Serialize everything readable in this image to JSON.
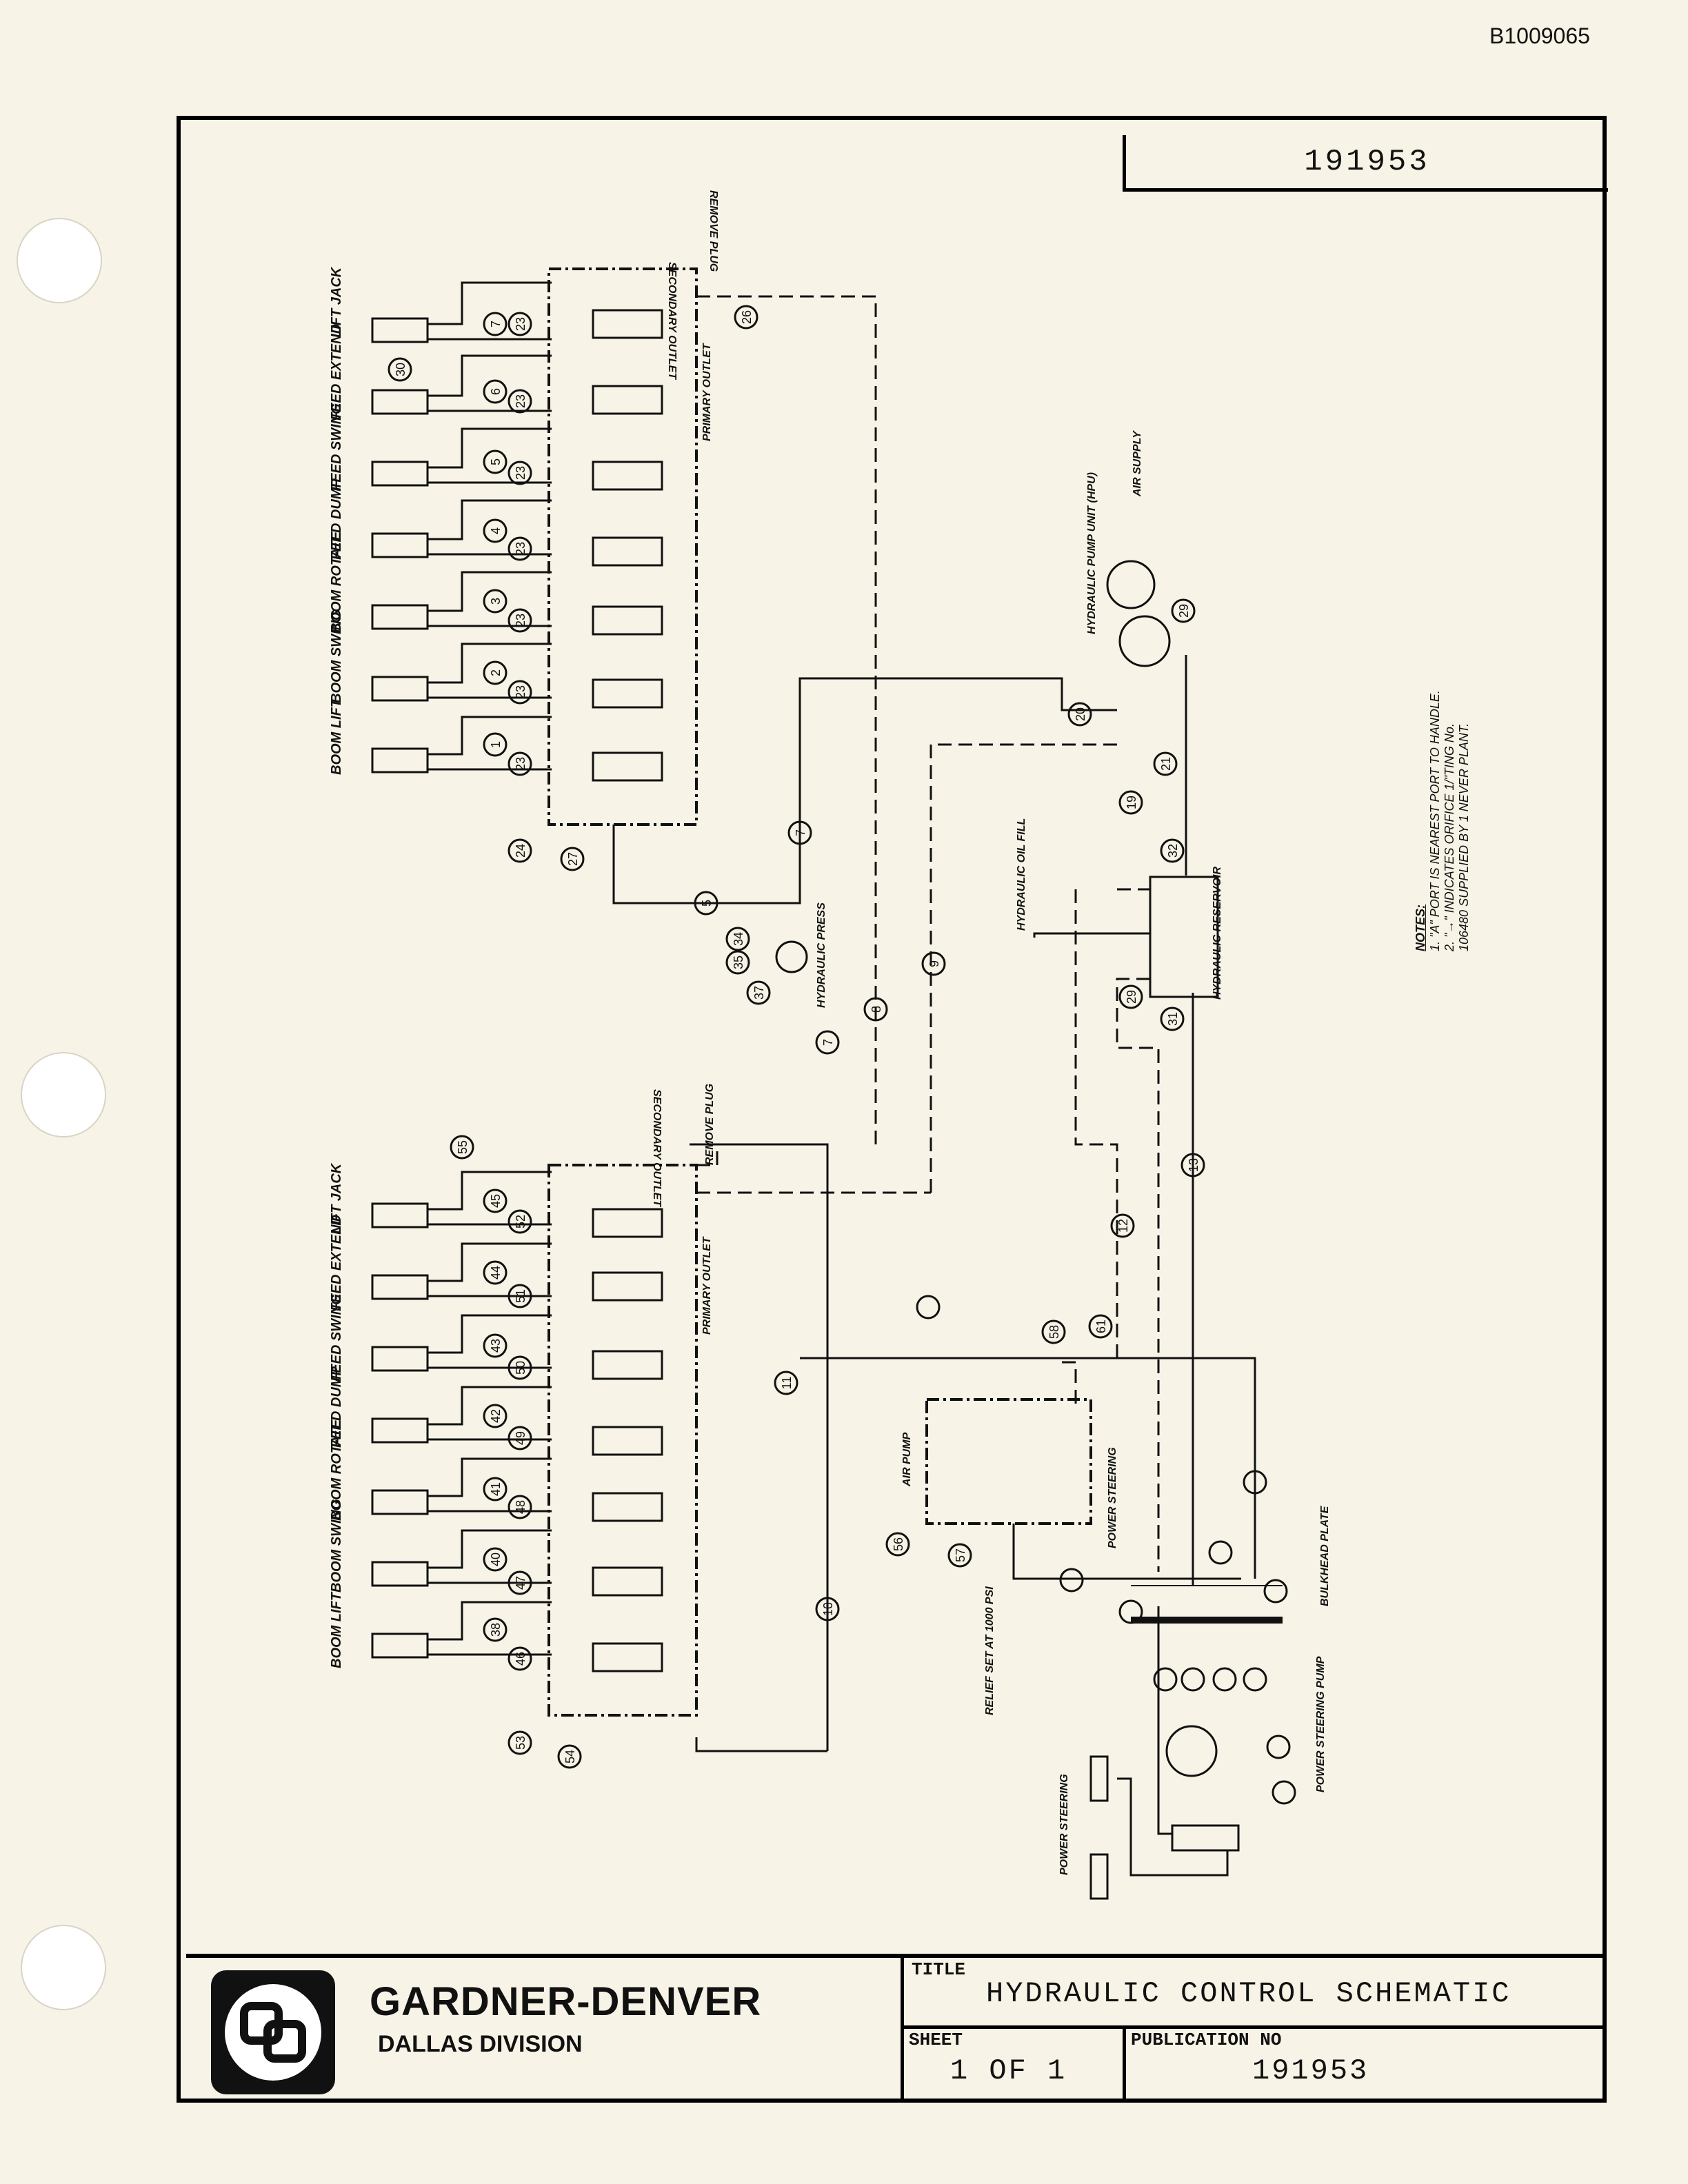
{
  "document_id": "B1009065",
  "drawing_number": "191953",
  "title_block": {
    "company": "GARDNER-DENVER",
    "division": "DALLAS DIVISION",
    "title_label": "TITLE",
    "title": "HYDRAULIC CONTROL SCHEMATIC",
    "sheet_label": "SHEET",
    "sheet": "1 OF 1",
    "publication_label": "PUBLICATION NO",
    "publication": "191953"
  },
  "upper_valve_bank": {
    "functions": [
      "BOOM LIFT",
      "BOOM SWING",
      "BOOM ROTATE",
      "FEED DUMP",
      "FEED SWING",
      "FEED EXTEND",
      "LIFT JACK"
    ],
    "labels": [
      "SECONDARY OUTLET",
      "REMOVE PLUG",
      "PRIMARY OUTLET"
    ]
  },
  "lower_valve_bank": {
    "functions": [
      "BOOM LIFT",
      "BOOM SWING",
      "BOOM ROTATE",
      "FEED DUMP",
      "FEED SWING",
      "FEED EXTEND",
      "LIFT JACK"
    ],
    "labels": [
      "SECONDARY OUTLET",
      "REMOVE PLUG",
      "PRIMARY OUTLET"
    ]
  },
  "component_labels": {
    "pump_unit": "HYDRAULIC PUMP UNIT (HPU)",
    "air_supply": "AIR SUPPLY",
    "press": "HYDRAULIC PRESS",
    "oil_fill": "HYDRAULIC OIL FILL",
    "reservoir": "HYDRAULIC RESERVOIR",
    "air_pump": "AIR PUMP",
    "power_steering": "POWER STEERING",
    "relief": "RELIEF SET AT 1000 PSI",
    "bulkhead": "BULKHEAD PLATE",
    "ps_pump": "POWER STEERING PUMP",
    "ps_cyl": "POWER STEERING"
  },
  "notes": {
    "heading": "NOTES:",
    "items": [
      "1. \"A\" PORT IS NEAREST PORT TO HANDLE.",
      "2. \"→\" INDICATES ORIFICE 1/\"TING No.",
      "   106480 SUPPLIED BY 1 NEVER PLANT."
    ]
  },
  "callouts": {
    "upper_bank": [
      "1",
      "2",
      "3",
      "4",
      "5",
      "6",
      "7",
      "23",
      "23",
      "23",
      "23",
      "23",
      "23",
      "23",
      "24",
      "27",
      "26",
      "30",
      "5",
      "7",
      "7"
    ],
    "lines": [
      "8",
      "9",
      "10",
      "11",
      "12",
      "13",
      "19",
      "20",
      "21",
      "29"
    ],
    "components": [
      "29",
      "31",
      "32",
      "34",
      "35",
      "37",
      "38",
      "40",
      "41",
      "42",
      "43",
      "44",
      "45",
      "46",
      "47",
      "48",
      "49",
      "50",
      "51",
      "52",
      "53",
      "54",
      "55",
      "56",
      "57",
      "58",
      "61"
    ]
  }
}
